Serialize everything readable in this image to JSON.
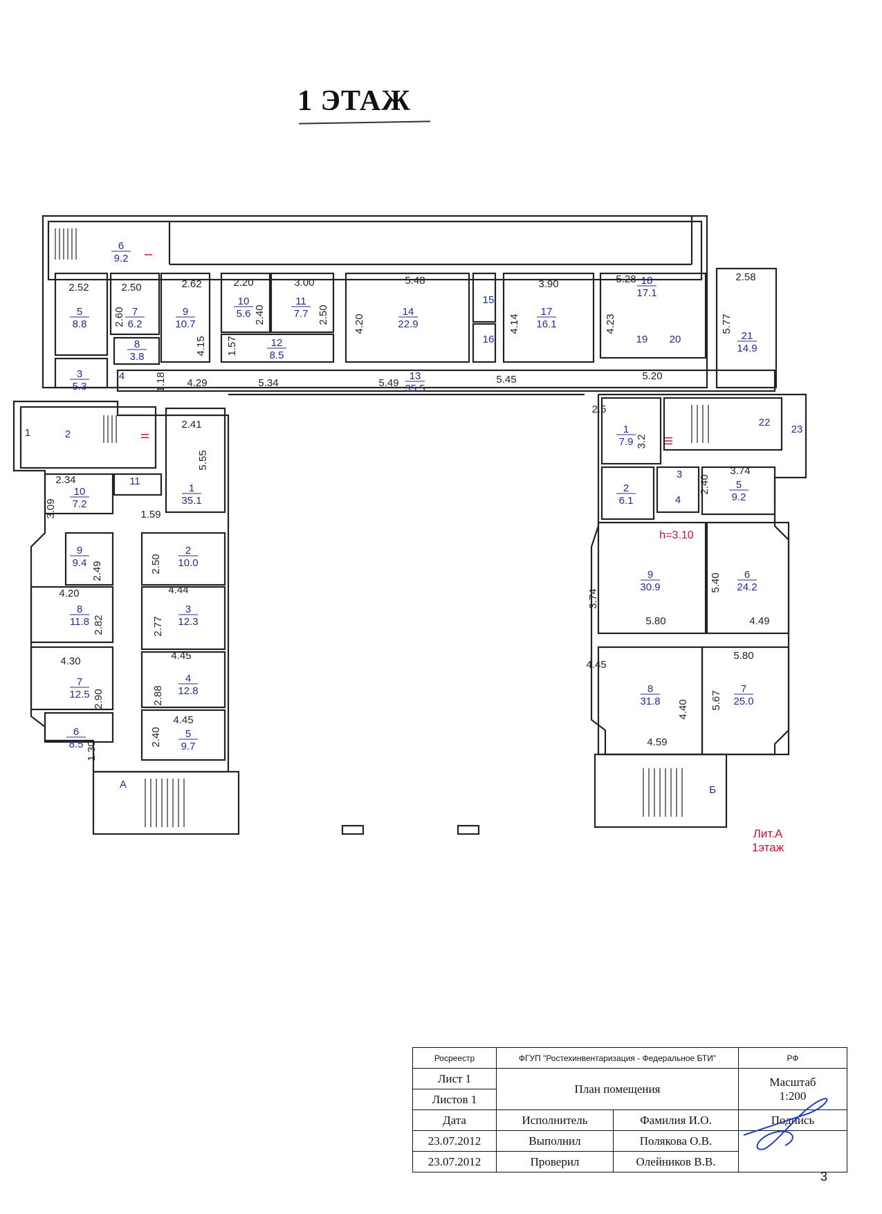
{
  "title": "1 ЭТАЖ",
  "rooms": [
    {
      "id": "n-r6t",
      "num": "6",
      "area": "9.2"
    },
    {
      "id": "n-r5t",
      "num": "5",
      "area": "8.8"
    },
    {
      "id": "n-r7t",
      "num": "7",
      "area": "6.2"
    },
    {
      "id": "n-r8t",
      "num": "8",
      "area": "3.8"
    },
    {
      "id": "n-r9t",
      "num": "9",
      "area": "10.7"
    },
    {
      "id": "n-r10t",
      "num": "10",
      "area": "5.6"
    },
    {
      "id": "n-r11t",
      "num": "11",
      "area": "7.7"
    },
    {
      "id": "n-r12t",
      "num": "12",
      "area": "8.5"
    },
    {
      "id": "n-r14t",
      "num": "14",
      "area": "22.9"
    },
    {
      "id": "n-r17t",
      "num": "17",
      "area": "16.1"
    },
    {
      "id": "n-r18t",
      "num": "18",
      "area": "17.1"
    },
    {
      "id": "n-r21t",
      "num": "21",
      "area": "14.9"
    },
    {
      "id": "n-r3t",
      "num": "3",
      "area": "5.3"
    },
    {
      "id": "n-r13t",
      "num": "13",
      "area": "35.5"
    },
    {
      "id": "n-l1",
      "num": "1",
      "area": "35.1"
    },
    {
      "id": "n-l10",
      "num": "10",
      "area": "7.2"
    },
    {
      "id": "n-l9",
      "num": "9",
      "area": "9.4"
    },
    {
      "id": "n-l2",
      "num": "2",
      "area": "10.0"
    },
    {
      "id": "n-l8",
      "num": "8",
      "area": "11.8"
    },
    {
      "id": "n-l3",
      "num": "3",
      "area": "12.3"
    },
    {
      "id": "n-l7",
      "num": "7",
      "area": "12.5"
    },
    {
      "id": "n-l4",
      "num": "4",
      "area": "12.8"
    },
    {
      "id": "n-l6",
      "num": "6",
      "area": "8.5"
    },
    {
      "id": "n-l5",
      "num": "5",
      "area": "9.7"
    },
    {
      "id": "n-r1",
      "num": "1",
      "area": "7.9"
    },
    {
      "id": "n-r2",
      "num": "2",
      "area": "6.1"
    },
    {
      "id": "n-r5",
      "num": "5",
      "area": "9.2"
    },
    {
      "id": "n-r9",
      "num": "9",
      "area": "30.9"
    },
    {
      "id": "n-r6",
      "num": "6",
      "area": "24.2"
    },
    {
      "id": "n-r8",
      "num": "8",
      "area": "31.8"
    },
    {
      "id": "n-r7",
      "num": "7",
      "area": "25.0"
    }
  ],
  "room_numbers": [
    {
      "id": "s-15",
      "text": "15"
    },
    {
      "id": "s-16",
      "text": "16"
    },
    {
      "id": "s-19",
      "text": "19"
    },
    {
      "id": "s-20",
      "text": "20"
    },
    {
      "id": "s-4t",
      "text": "4"
    },
    {
      "id": "s-l1",
      "text": "1"
    },
    {
      "id": "s-l2",
      "text": "2"
    },
    {
      "id": "s-l11",
      "text": "11"
    },
    {
      "id": "s-22",
      "text": "22"
    },
    {
      "id": "s-23",
      "text": "23"
    },
    {
      "id": "s-r3",
      "text": "3"
    },
    {
      "id": "s-r4",
      "text": "4"
    },
    {
      "id": "s-A",
      "text": "А"
    },
    {
      "id": "s-B",
      "text": "Б"
    }
  ],
  "dimensions": [
    {
      "id": "d1",
      "text": "2.52"
    },
    {
      "id": "d2",
      "text": "2.50"
    },
    {
      "id": "d3",
      "text": "2.62"
    },
    {
      "id": "d4",
      "text": "2.20"
    },
    {
      "id": "d5",
      "text": "3.00"
    },
    {
      "id": "d6",
      "text": "5.48"
    },
    {
      "id": "d7",
      "text": "3.90"
    },
    {
      "id": "d8",
      "text": "5.28"
    },
    {
      "id": "d9",
      "text": "2.58"
    },
    {
      "id": "d10",
      "text": "4.29"
    },
    {
      "id": "d11",
      "text": "5.34"
    },
    {
      "id": "d12",
      "text": "5.49"
    },
    {
      "id": "d13",
      "text": "5.45"
    },
    {
      "id": "d14",
      "text": "5.20"
    },
    {
      "id": "d15",
      "text": "2.41"
    },
    {
      "id": "d16",
      "text": "2.34"
    },
    {
      "id": "d17",
      "text": "1.59"
    },
    {
      "id": "d18",
      "text": "4.20"
    },
    {
      "id": "d19",
      "text": "4.44"
    },
    {
      "id": "d20",
      "text": "4.30"
    },
    {
      "id": "d21",
      "text": "4.45"
    },
    {
      "id": "d22",
      "text": "4.45"
    },
    {
      "id": "d23",
      "text": "2.5"
    },
    {
      "id": "d24",
      "text": "3.74"
    },
    {
      "id": "d25",
      "text": "5.80"
    },
    {
      "id": "d26",
      "text": "4.49"
    },
    {
      "id": "d27",
      "text": "4.45"
    },
    {
      "id": "d28",
      "text": "5.80"
    },
    {
      "id": "d29",
      "text": "4.59"
    }
  ],
  "dimensions_vertical": [
    {
      "id": "v1",
      "text": "2.60"
    },
    {
      "id": "v2",
      "text": "2.40"
    },
    {
      "id": "v3",
      "text": "2.50"
    },
    {
      "id": "v4",
      "text": "4.15"
    },
    {
      "id": "v5",
      "text": "1.57"
    },
    {
      "id": "v6",
      "text": "4.20"
    },
    {
      "id": "v7",
      "text": "4.14"
    },
    {
      "id": "v8",
      "text": "4.23"
    },
    {
      "id": "v9",
      "text": "5.77"
    },
    {
      "id": "v10",
      "text": "1.18"
    },
    {
      "id": "v11",
      "text": "5.55"
    },
    {
      "id": "v12",
      "text": "3.09"
    },
    {
      "id": "v13",
      "text": "2.49"
    },
    {
      "id": "v14",
      "text": "2.50"
    },
    {
      "id": "v15",
      "text": "2.82"
    },
    {
      "id": "v16",
      "text": "2.77"
    },
    {
      "id": "v17",
      "text": "2.90"
    },
    {
      "id": "v18",
      "text": "2.88"
    },
    {
      "id": "v19",
      "text": "1.30"
    },
    {
      "id": "v20",
      "text": "2.40"
    },
    {
      "id": "v21",
      "text": "3.2"
    },
    {
      "id": "v22",
      "text": "2.40"
    },
    {
      "id": "v23",
      "text": "3.74"
    },
    {
      "id": "v24",
      "text": "5.40"
    },
    {
      "id": "v25",
      "text": "4.40"
    },
    {
      "id": "v26",
      "text": "5.67"
    }
  ],
  "red_labels": {
    "stair_1": "I",
    "stair_2": "II",
    "stair_3": "III",
    "height": "h=3.10",
    "lit_a": "Лит.А",
    "floor_note": "1этаж"
  },
  "stamp": {
    "rosreestr": "Росреестр",
    "org": "ФГУП \"Ростехинвентаризация - Федеральное БТИ\"",
    "rf": "РФ",
    "sheet": "Лист 1",
    "sheets": "Листов 1",
    "plan": "План помещения",
    "scale_label": "Масштаб",
    "scale": "1:200",
    "date_label": "Дата",
    "executor_label": "Исполнитель",
    "name_label": "Фамилия И.О.",
    "signature_label": "Подпись",
    "date1": "23.07.2012",
    "role1": "Выполнил",
    "person1": "Полякова О.В.",
    "date2": "23.07.2012",
    "role2": "Проверил",
    "person2": "Олейников В.В."
  },
  "page_number": "3",
  "colors": {
    "wall": "#222222",
    "room_label": "#1f2d8f",
    "red": "#c8102e"
  }
}
